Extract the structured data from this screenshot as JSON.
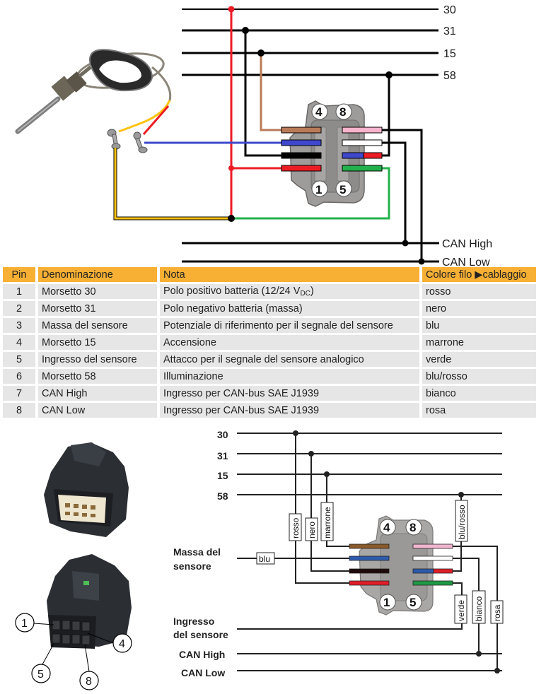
{
  "top_diagram": {
    "bus_labels": [
      "30",
      "31",
      "15",
      "58"
    ],
    "can_labels": [
      "CAN High",
      "CAN Low"
    ],
    "connector_pins": {
      "top_left": "4",
      "top_right": "8",
      "bottom_left": "1",
      "bottom_right": "5"
    },
    "colors": {
      "rosso": "#ed1c24",
      "nero": "#000000",
      "marrone": "#b97a57",
      "blu": "#3f48cc",
      "verde": "#22b14c",
      "rosa": "#f9b3cc",
      "bianco": "#ffffff",
      "giallo": "#ffc20e"
    }
  },
  "table": {
    "headers": {
      "pin": "Pin",
      "name": "Denominazione",
      "note": "Nota",
      "color": "Colore filo ▶cablaggio"
    },
    "rows": [
      {
        "pin": "1",
        "name": "Morsetto 30",
        "note": "Polo positivo batteria (12/24 V",
        "note_sub": "DC",
        "note_end": ")",
        "color": "rosso"
      },
      {
        "pin": "2",
        "name": "Morsetto 31",
        "note": "Polo negativo batteria (massa)",
        "color": "nero"
      },
      {
        "pin": "3",
        "name": "Massa del sensore",
        "note": "Potenziale di riferimento per il segnale del sensore",
        "color": "blu"
      },
      {
        "pin": "4",
        "name": "Morsetto 15",
        "note": "Accensione",
        "color": "marrone"
      },
      {
        "pin": "5",
        "name": "Ingresso del sensore",
        "note": "Attacco per il segnale del sensore analogico",
        "color": "verde"
      },
      {
        "pin": "6",
        "name": "Morsetto 58",
        "note": "Illuminazione",
        "color": "blu/rosso"
      },
      {
        "pin": "7",
        "name": "CAN High",
        "note": "Ingresso per CAN-bus SAE J1939",
        "color": "bianco"
      },
      {
        "pin": "8",
        "name": "CAN Low",
        "note": "Ingresso per CAN-bus SAE J1939",
        "color": "rosa"
      }
    ],
    "header_color": "#f7b034",
    "row_color": "#e6e6e6"
  },
  "connector_photo": {
    "callouts": [
      "1",
      "4",
      "5",
      "8"
    ]
  },
  "bottom_diagram": {
    "bus_labels": [
      "30",
      "31",
      "15",
      "58"
    ],
    "left_labels": {
      "massa_line1": "Massa del",
      "massa_line2": "sensore",
      "ingresso_line1": "Ingresso",
      "ingresso_line2": "del sensore",
      "can_high": "CAN High",
      "can_low": "CAN Low"
    },
    "wire_tags": {
      "rosso": "rosso",
      "nero": "nero",
      "marrone": "marrone",
      "blu": "blu",
      "blu_rosso": "blu/rosso",
      "verde": "verde",
      "bianco": "bianco",
      "rosa": "rosa"
    },
    "connector_pins": {
      "top_left": "4",
      "top_right": "8",
      "bottom_left": "1",
      "bottom_right": "5"
    },
    "colors": {
      "marrone": "#8b5a2b",
      "blu": "#2e5aac",
      "nero": "#1e0a0a",
      "rosso": "#e01e28",
      "rosa": "#f0b6cf",
      "bianco": "#ffffff",
      "verde": "#1f9a45"
    }
  }
}
